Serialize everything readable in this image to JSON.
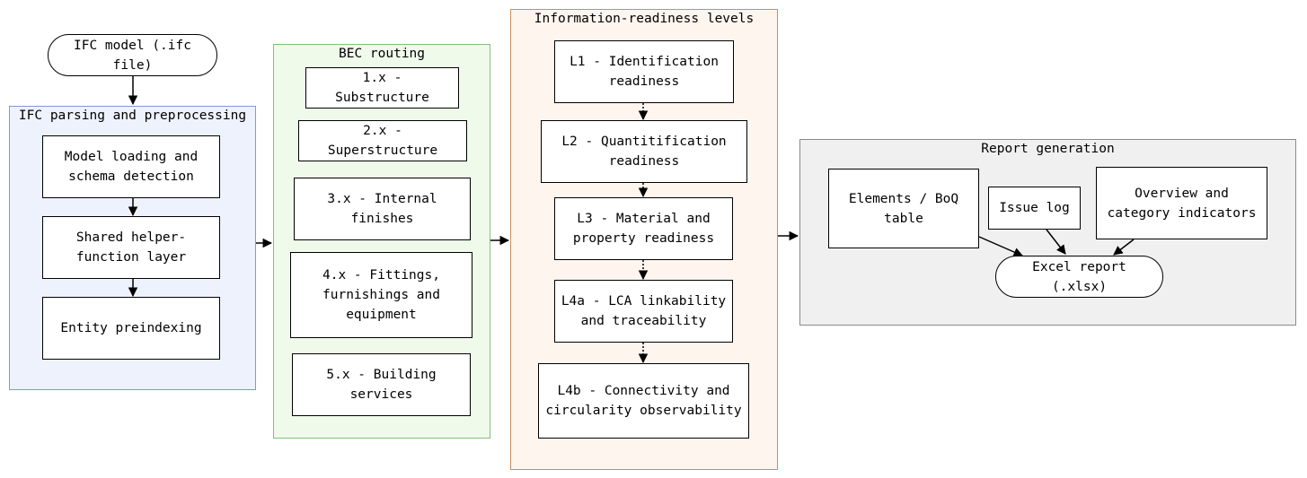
{
  "input": {
    "label": "IFC model (.ifc file)"
  },
  "ifc_group": {
    "title": "IFC parsing and preprocessing",
    "steps": [
      "Model loading and\nschema detection",
      "Shared helper-\nfunction layer",
      "Entity preindexing"
    ]
  },
  "bec_group": {
    "title": "BEC routing",
    "items": [
      "1.x - Substructure",
      "2.x - Superstructure",
      "3.x - Internal\nfinishes",
      "4.x - Fittings,\nfurnishings and\nequipment",
      "5.x - Building\nservices"
    ]
  },
  "levels_group": {
    "title": "Information-readiness levels",
    "levels": [
      "L1 - Identification\nreadiness",
      "L2 - Quantitification\nreadiness",
      "L3 - Material and\nproperty readiness",
      "L4a - LCA linkability\nand traceability",
      "L4b - Connectivity and\ncircularity observability"
    ]
  },
  "report_group": {
    "title": "Report generation",
    "elements_table": "Elements / BoQ\ntable",
    "issue_log": "Issue log",
    "overview": "Overview and\ncategory indicators",
    "excel_report": "Excel report (.xlsx)"
  }
}
